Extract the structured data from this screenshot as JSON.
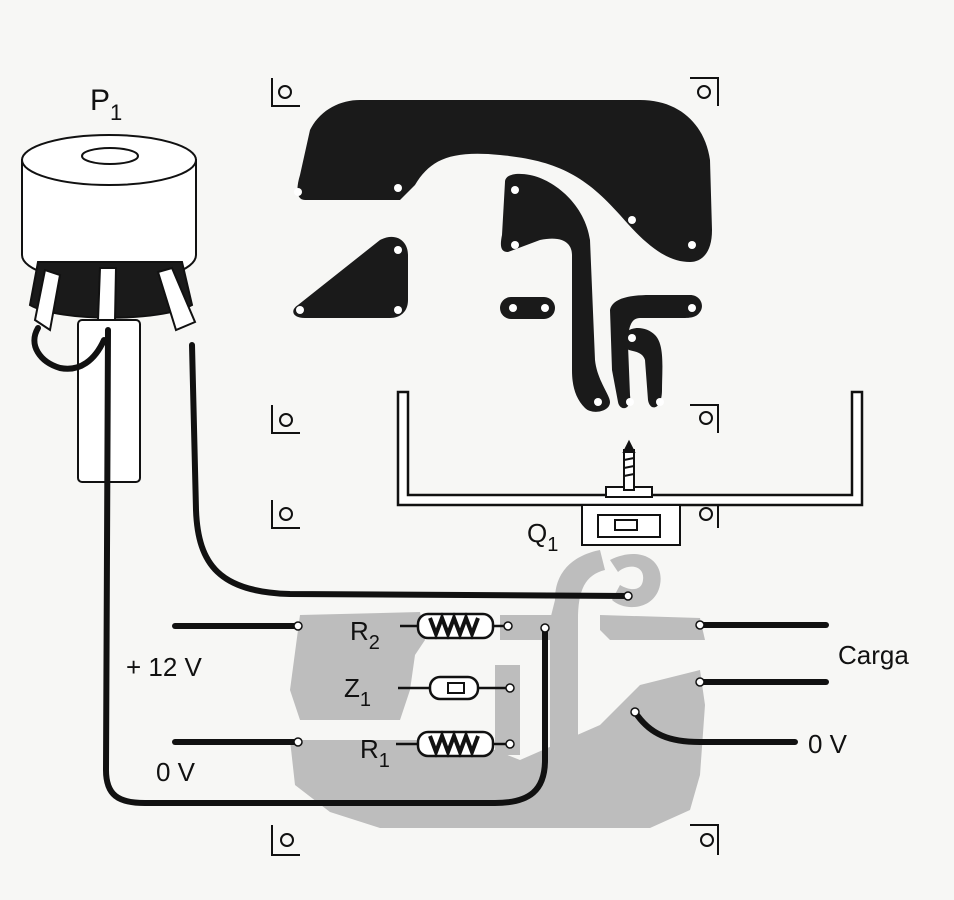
{
  "labels": {
    "p1": "P",
    "p1_sub": "1",
    "q1": "Q",
    "q1_sub": "1",
    "r2": "R",
    "r2_sub": "2",
    "z1": "Z",
    "z1_sub": "1",
    "r1": "R",
    "r1_sub": "1",
    "plus12v": "+ 12 V",
    "zero_v_left": "0 V",
    "carga": "Carga",
    "zero_v_right": "0 V"
  },
  "colors": {
    "ink": "#111111",
    "copper_top": "#1a1a1a",
    "copper_bottom": "#bdbdbd",
    "paper": "#f7f7f5"
  }
}
